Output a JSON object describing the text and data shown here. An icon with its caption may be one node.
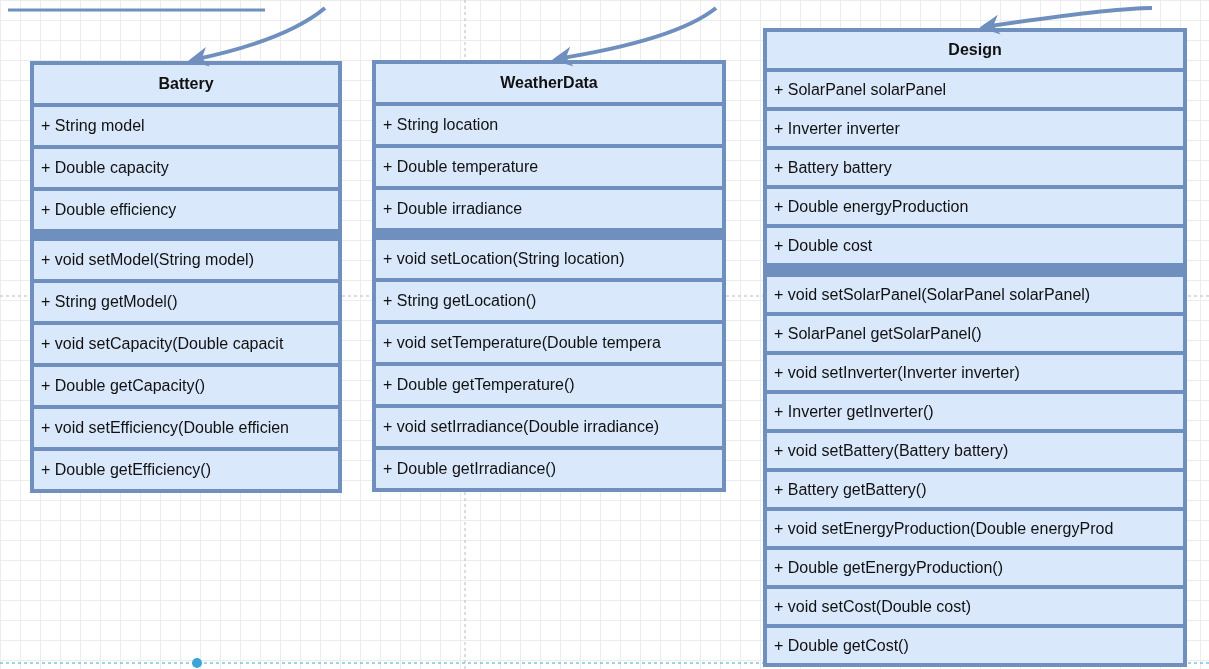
{
  "diagram": {
    "nodes": [
      {
        "text": [
          "Battery"
        ]
      },
      {
        "text": [
          "+ String model"
        ],
        "in": 0
      },
      {
        "text": [
          "+ Double capacity"
        ],
        "in": 0
      },
      {
        "text": [
          "+ Double efficiency"
        ],
        "in": 0
      },
      {
        "text": [
          "+ void setModel(String model)"
        ],
        "in": 0
      },
      {
        "text": [
          "+ String getModel()"
        ],
        "in": 0
      },
      {
        "text": [
          "+ void setCapacity(Double capacit"
        ],
        "in": 0
      },
      {
        "text": [
          "+ Double getCapacity()"
        ],
        "in": 0
      },
      {
        "text": [
          "+ void setEfficiency(Double efficien"
        ],
        "in": 0
      },
      {
        "text": [
          "+ Double getEfficiency()"
        ],
        "in": 0
      },
      {
        "text": [
          "WeatherData"
        ]
      },
      {
        "text": [
          "+ String location"
        ],
        "in": 10
      },
      {
        "text": [
          "+ Double temperature"
        ],
        "in": 10
      },
      {
        "text": [
          "+ Double irradiance"
        ],
        "in": 10
      },
      {
        "text": [
          "+ void setLocation(String location)"
        ],
        "in": 10
      },
      {
        "text": [
          "+ String getLocation()"
        ],
        "in": 10
      },
      {
        "text": [
          "+ void setTemperature(Double tempera"
        ],
        "in": 10
      },
      {
        "text": [
          "+ Double getTemperature()"
        ],
        "in": 10
      },
      {
        "text": [
          "+ void setIrradiance(Double irradiance)"
        ],
        "in": 10
      },
      {
        "text": [
          "+ Double getIrradiance()"
        ],
        "in": 10
      },
      {
        "text": [
          "Design"
        ]
      },
      {
        "text": [
          "+ SolarPanel solarPanel"
        ],
        "in": 20
      },
      {
        "text": [
          "+ Inverter inverter"
        ],
        "in": 20
      },
      {
        "text": [
          "+ Battery battery"
        ],
        "in": 20
      },
      {
        "text": [
          "+ Double energyProduction"
        ],
        "in": 20
      },
      {
        "text": [
          "+ Double cost"
        ],
        "in": 20
      },
      {
        "text": [
          "+ void setSolarPanel(SolarPanel solarPanel)"
        ],
        "in": 20
      },
      {
        "text": [
          "+ SolarPanel getSolarPanel()"
        ],
        "in": 20
      },
      {
        "text": [
          "+ void setInverter(Inverter inverter)"
        ],
        "in": 20
      },
      {
        "text": [
          "+ Inverter getInverter()"
        ],
        "in": 20
      },
      {
        "text": [
          "+ void setBattery(Battery battery)"
        ],
        "in": 20
      },
      {
        "text": [
          "+ Battery getBattery()"
        ],
        "in": 20
      },
      {
        "text": [
          "+ void setEnergyProduction(Double energyProd"
        ],
        "in": 20
      },
      {
        "text": [
          "+ Double getEnergyProduction()"
        ],
        "in": 20
      },
      {
        "text": [
          "+ void setCost(Double cost)"
        ],
        "in": 20
      },
      {
        "text": [
          "+ Double getCost()"
        ],
        "in": 20
      }
    ],
    "edges": [
      {
        "from": null,
        "to": 0,
        "arrow": "to"
      },
      {
        "from": null,
        "to": 10,
        "arrow": "to"
      },
      {
        "from": null,
        "to": 20,
        "arrow": "to"
      }
    ]
  }
}
